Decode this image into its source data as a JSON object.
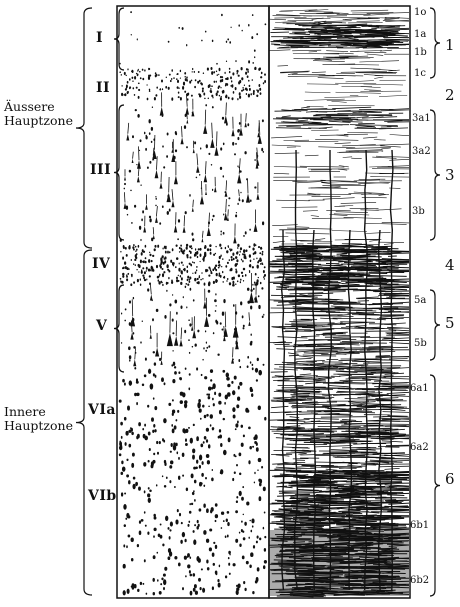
{
  "figure": {
    "zones": [
      {
        "id": "outer",
        "label": "Äussere\nHauptzone"
      },
      {
        "id": "inner",
        "label": "Innere\nHauptzone"
      }
    ],
    "cell_layers": [
      "I",
      "II",
      "III",
      "IV",
      "V",
      "VIa",
      "VIb"
    ],
    "fiber_sublayers": [
      "1o",
      "1a",
      "1b",
      "1c",
      "3a1",
      "3a2",
      "3b",
      "5a",
      "5b",
      "6a1",
      "6a2",
      "6b1",
      "6b2"
    ],
    "fiber_layers": [
      "1",
      "2",
      "3",
      "4",
      "5",
      "6"
    ],
    "ink_color": "#111111",
    "paper_color": "#ffffff"
  }
}
